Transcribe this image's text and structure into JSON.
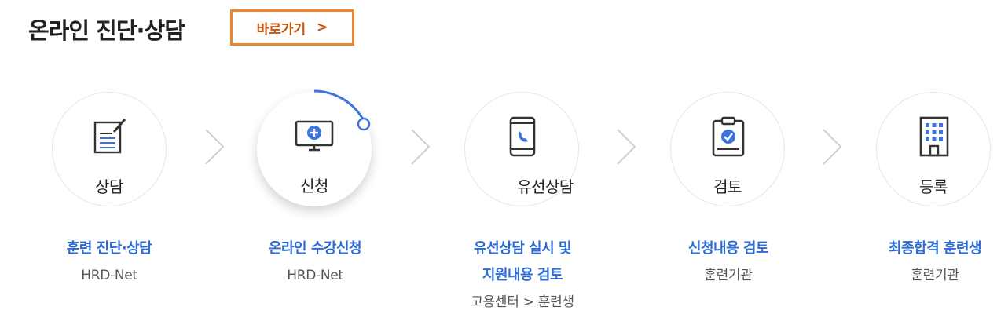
{
  "header": {
    "title": "온라인 진단·상담",
    "goto_label": "바로가기",
    "goto_chevron": ">"
  },
  "steps": [
    {
      "label": "상담",
      "title": "훈련 진단·상담",
      "subs": [
        "HRD-Net"
      ],
      "icon": "form-edit-icon"
    },
    {
      "label": "신청",
      "title": "온라인 수강신청",
      "subs": [
        "HRD-Net"
      ],
      "icon": "monitor-plus-icon"
    },
    {
      "label": "유선상담",
      "title_lines": [
        "유선상담 실시 및",
        "지원내용 검토"
      ],
      "subs": [
        "고용센터 > 훈련생"
      ],
      "icon": "phone-icon"
    },
    {
      "label": "검토",
      "title": "신청내용 검토",
      "subs": [
        "훈련기관"
      ],
      "icon": "clipboard-check-icon"
    },
    {
      "label": "등록",
      "title": "최종합격 훈련생",
      "subs": [
        "훈련기관"
      ],
      "icon": "building-icon"
    }
  ],
  "colors": {
    "accent_orange": "#e8872c",
    "accent_blue": "#2c6ad6",
    "icon_blue": "#3b73e0"
  }
}
